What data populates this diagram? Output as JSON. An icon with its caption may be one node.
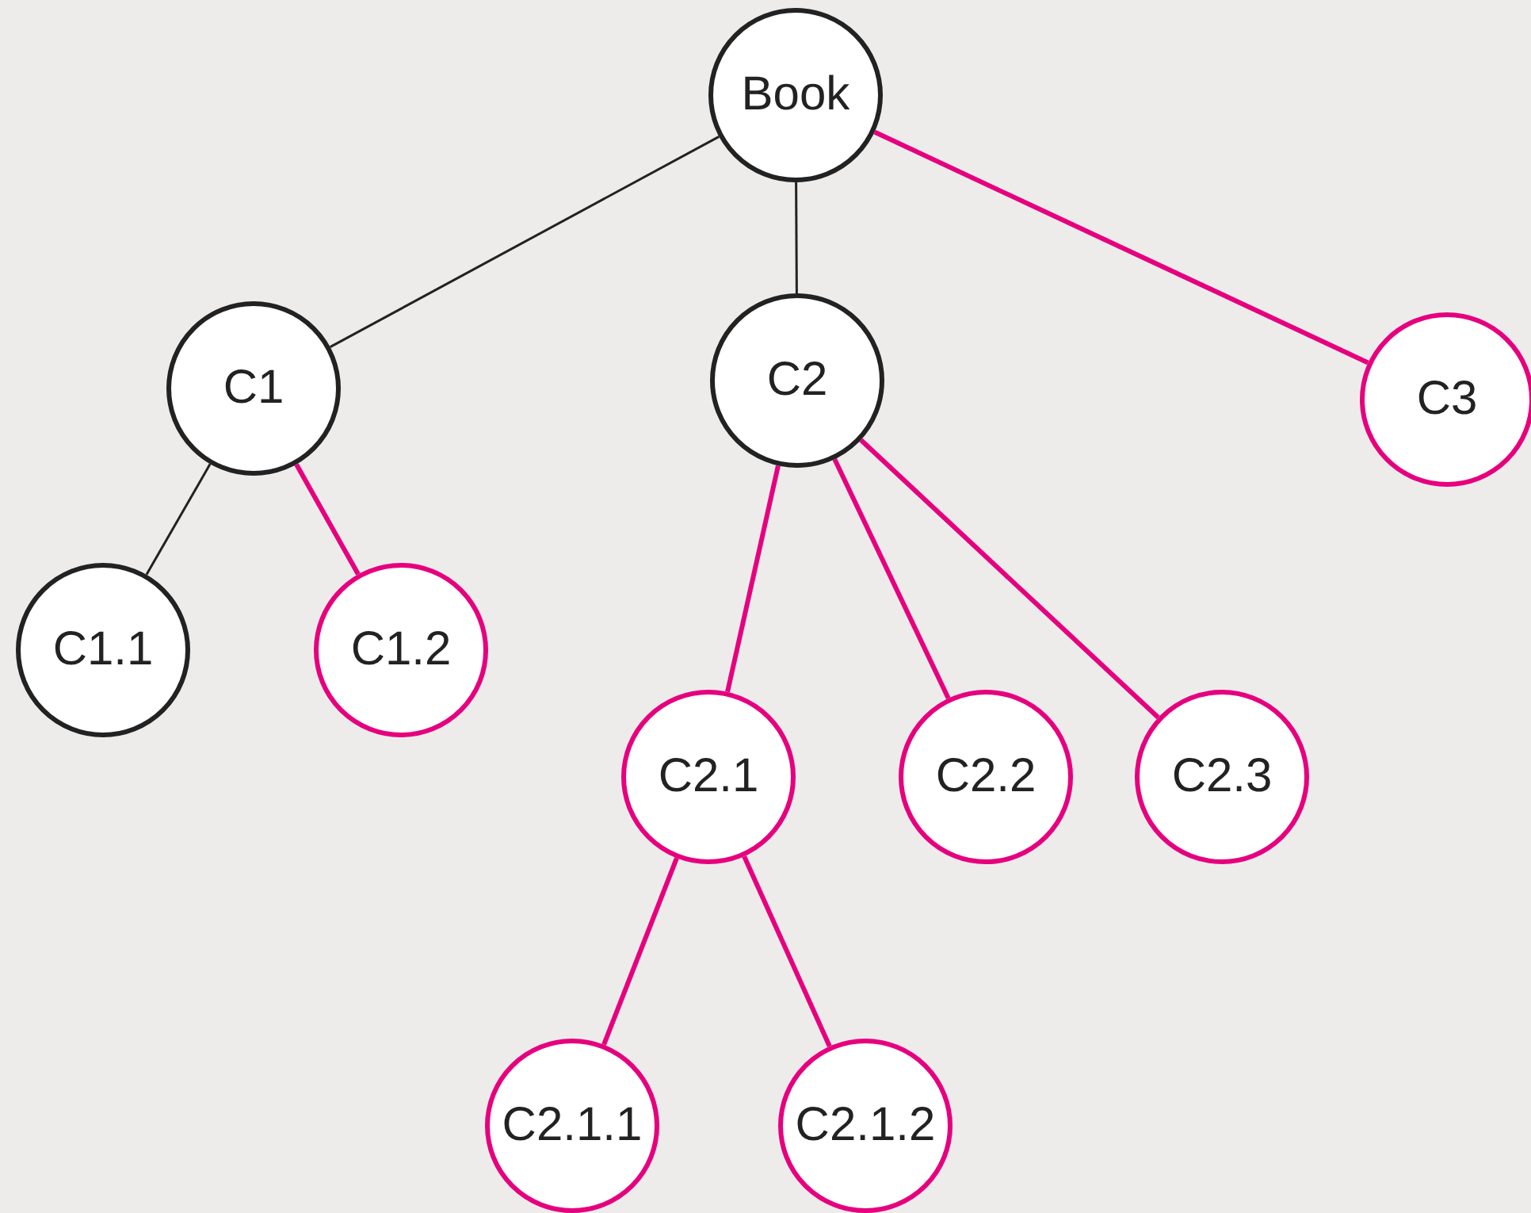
{
  "diagram": {
    "nodes": [
      {
        "text": [
          "Book"
        ]
      },
      {
        "text": [
          "C1"
        ]
      },
      {
        "text": [
          "C2"
        ]
      },
      {
        "text": [
          "C3"
        ]
      },
      {
        "text": [
          "C1.1"
        ]
      },
      {
        "text": [
          "C1.2"
        ]
      },
      {
        "text": [
          "C2.1"
        ]
      },
      {
        "text": [
          "C2.2"
        ]
      },
      {
        "text": [
          "C2.3"
        ]
      },
      {
        "text": [
          "C2.1.1"
        ]
      },
      {
        "text": [
          "C2.1.2"
        ]
      }
    ],
    "edges": [
      {
        "from": 0,
        "to": 1,
        "arrow": "none",
        "color": "#222222"
      },
      {
        "from": 0,
        "to": 2,
        "arrow": "none",
        "color": "#222222"
      },
      {
        "from": 0,
        "to": 3,
        "arrow": "none"
      },
      {
        "from": 1,
        "to": 4,
        "arrow": "none",
        "color": "#222222"
      },
      {
        "from": 1,
        "to": 5,
        "arrow": "none"
      },
      {
        "from": 2,
        "to": 6,
        "arrow": "none"
      },
      {
        "from": 2,
        "to": 7,
        "arrow": "none"
      },
      {
        "from": 2,
        "to": 8,
        "arrow": "none"
      },
      {
        "from": 6,
        "to": 9,
        "arrow": "none"
      },
      {
        "from": 6,
        "to": 10,
        "arrow": "none"
      }
    ]
  }
}
